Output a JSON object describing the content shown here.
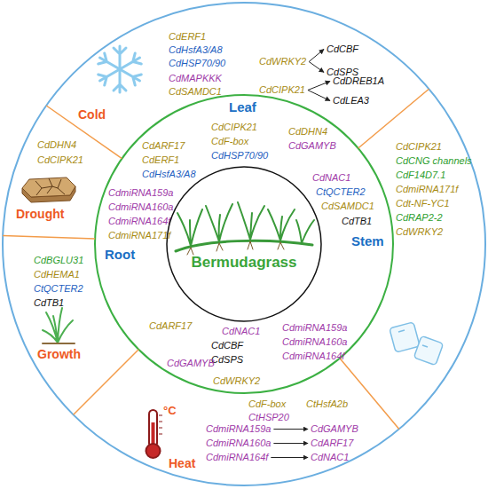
{
  "diagram": {
    "nodes": [
      {
        "text": [
          "Bermudagrass"
        ]
      },
      {
        "text": [
          "CdWRKY2"
        ]
      },
      {
        "text": [
          "CdCBF"
        ]
      },
      {
        "text": [
          "CdSPS"
        ]
      },
      {
        "text": [
          "CdCIPK21"
        ]
      },
      {
        "text": [
          "CdDREB1A"
        ]
      },
      {
        "text": [
          "CdLEA3"
        ]
      },
      {
        "text": [
          "CdmiRNA159a"
        ]
      },
      {
        "text": [
          "CdGAMYB"
        ]
      },
      {
        "text": [
          "CdmiRNA160a"
        ]
      },
      {
        "text": [
          "CdARF17"
        ]
      },
      {
        "text": [
          "CdmiRNA164f"
        ]
      },
      {
        "text": [
          "CdNAC1"
        ]
      }
    ],
    "edges": [
      {
        "from": 1,
        "to": 2,
        "arrow": "to"
      },
      {
        "from": 1,
        "to": 3,
        "arrow": "to"
      },
      {
        "from": 4,
        "to": 5,
        "arrow": "to"
      },
      {
        "from": 4,
        "to": 6,
        "arrow": "to"
      },
      {
        "from": 7,
        "to": 8,
        "arrow": "to"
      },
      {
        "from": 9,
        "to": 10,
        "arrow": "to"
      },
      {
        "from": 11,
        "to": 12,
        "arrow": "to"
      }
    ],
    "labels": [
      "CdERF1",
      "CdHsfA3/A8",
      "CdHSP70/90",
      "CdMAPKKK",
      "CdSAMDC1",
      "Cold",
      "CdDHN4",
      "CdCIPK21",
      "Drought",
      "CdCIPK21",
      "CdCNG channels",
      "CdF14D7.1",
      "CdmiRNA171f",
      "Cdt-NF-YC1",
      "CdRAP2-2",
      "CdWRKY2",
      "Leaf",
      "CdCIPK21",
      "CdDHN4",
      "CdF-box",
      "CdARF17",
      "CdGAMYB",
      "CdHSP70/90",
      "CdERF1",
      "CdHsfA3/A8",
      "CdNAC1",
      "CtQCTER2",
      "CdmiRNA159a",
      "CdSAMDC1",
      "CdmiRNA160a",
      "CdmiRNA164f",
      "CdmiRNA171f",
      "CdTB1",
      "Stem",
      "Root",
      "CdBGLU31",
      "CdHEMA1",
      "CtQCTER2",
      "CdTB1",
      "Growth",
      "CdARF17",
      "CdNAC1",
      "CdmiRNA159a",
      "CdCBF",
      "CdmiRNA160a",
      "CdSPS",
      "CdmiRNA164f",
      "CdGAMYB",
      "CdWRKY2",
      "CdF-box",
      "CtHsfA2b",
      "CtHSP20",
      "°C",
      "Heat"
    ]
  }
}
